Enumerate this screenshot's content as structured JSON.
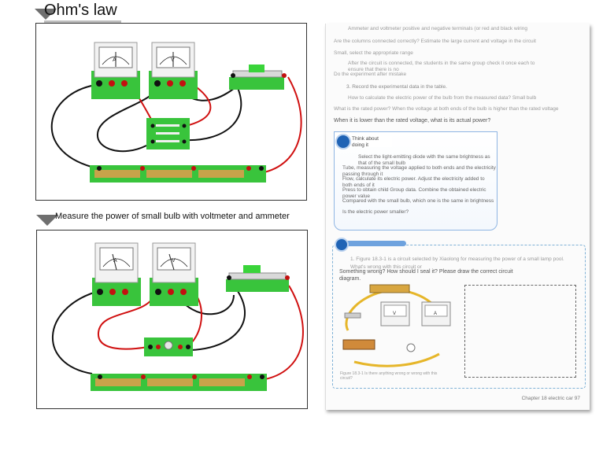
{
  "headings": {
    "ohms_law": "Ohm's law",
    "small_bulb": "Measure the power of small bulb with voltmeter and ammeter"
  },
  "meters": {
    "ammeter_label": "A",
    "voltmeter_label": "V"
  },
  "textbook": {
    "lines": [
      "Ammeter and voltmeter positive and negative terminals (or red and black wiring",
      "Are the columns connected correctly? Estimate the large current and voltage in the circuit",
      "Small, select the appropriate range",
      "After the circuit is connected, the students in the same group check it once each to ensure that there is no",
      "Do the experiment after mistake",
      "3. Record the experimental data in the table.",
      "How to calculate the electric power of the bulb from the measured data? Small bulb",
      "What is the rated power? When the voltage at both ends of the bulb is higher than the rated voltage",
      "When it is lower than the rated voltage, what is its actual power?"
    ],
    "callout_title": "Think about doing it",
    "callout_lines": [
      "Select the light-emitting diode with the same brightness as that of the small bulb",
      "Tube, measuring the voltage applied to both ends and the electricity passing through it",
      "Flow, calculate its electric power. Adjust the electricity added to both ends of it",
      "Press to obtain child Group data. Combine the obtained electric power value",
      "Compared with the small bulb, which one is the same in brightness",
      "Is the electric power smaller?"
    ],
    "exercise_lines": [
      "1. Figure 18.3-1 is a circuit selected by Xiaolong for measuring the power of a small lamp pool.",
      "What's wrong with this circuit or",
      "Something wrong? How should I seal it? Please draw the correct circuit",
      "diagram."
    ],
    "figure_caption": "Figure 18.3-1 Is there anything wrong or wrong with this circuit?",
    "footer": "Chapter 18 electric car 97"
  },
  "colors": {
    "board_green": "#39c43c",
    "wire_red": "#d01010",
    "wire_black": "#111111",
    "battery_gold": "#c8a34a",
    "accent_blue": "#1f63b5"
  }
}
